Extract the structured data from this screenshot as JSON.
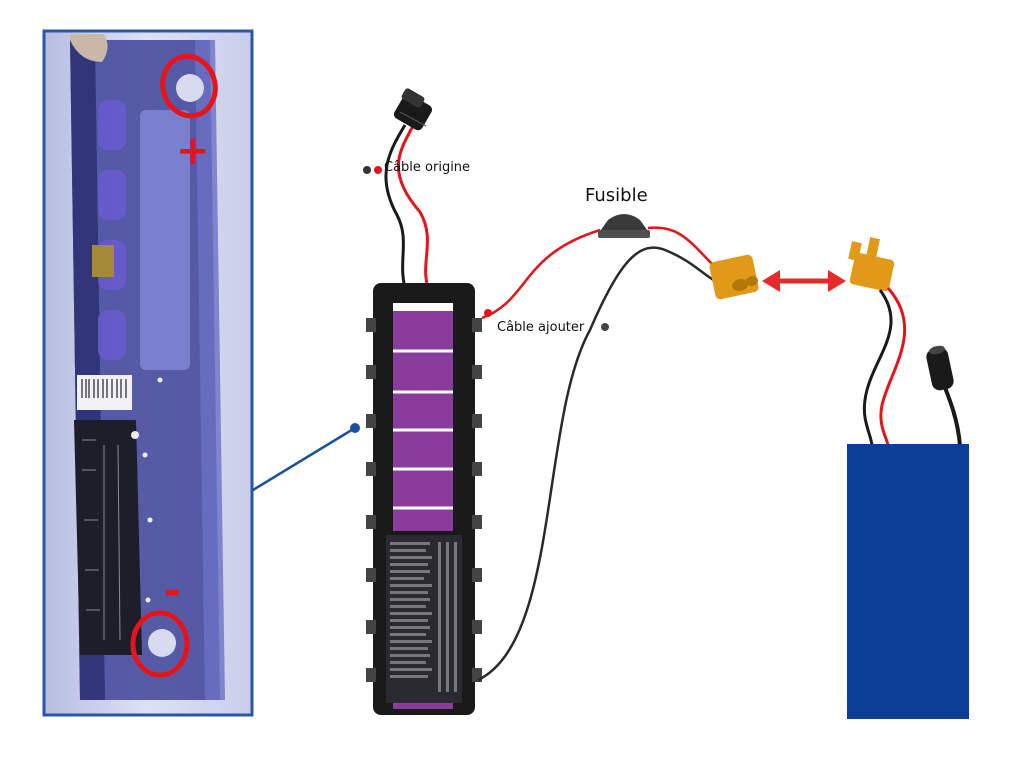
{
  "labels": {
    "original_cable": "Câble origine",
    "added_cable": "Câble ajouter",
    "fuse": "Fusible",
    "positive": "+",
    "negative": "-"
  },
  "colors": {
    "wire_red": "#e3141b",
    "wire_black": "#1a1a1a",
    "battery_blue": "#0b3f96",
    "cell_purple": "#8a3c9c",
    "connector_yellow": "#e09a18",
    "arrow_red": "#e52a2a",
    "pointer_blue": "#1d4f9c",
    "photo_frame": "#2b55a8",
    "marker_red": "#e8141c"
  },
  "icons": [
    "xt60-connector-female",
    "xt60-connector-male",
    "blade-fuse",
    "dc-barrel-plug",
    "double-arrow"
  ]
}
